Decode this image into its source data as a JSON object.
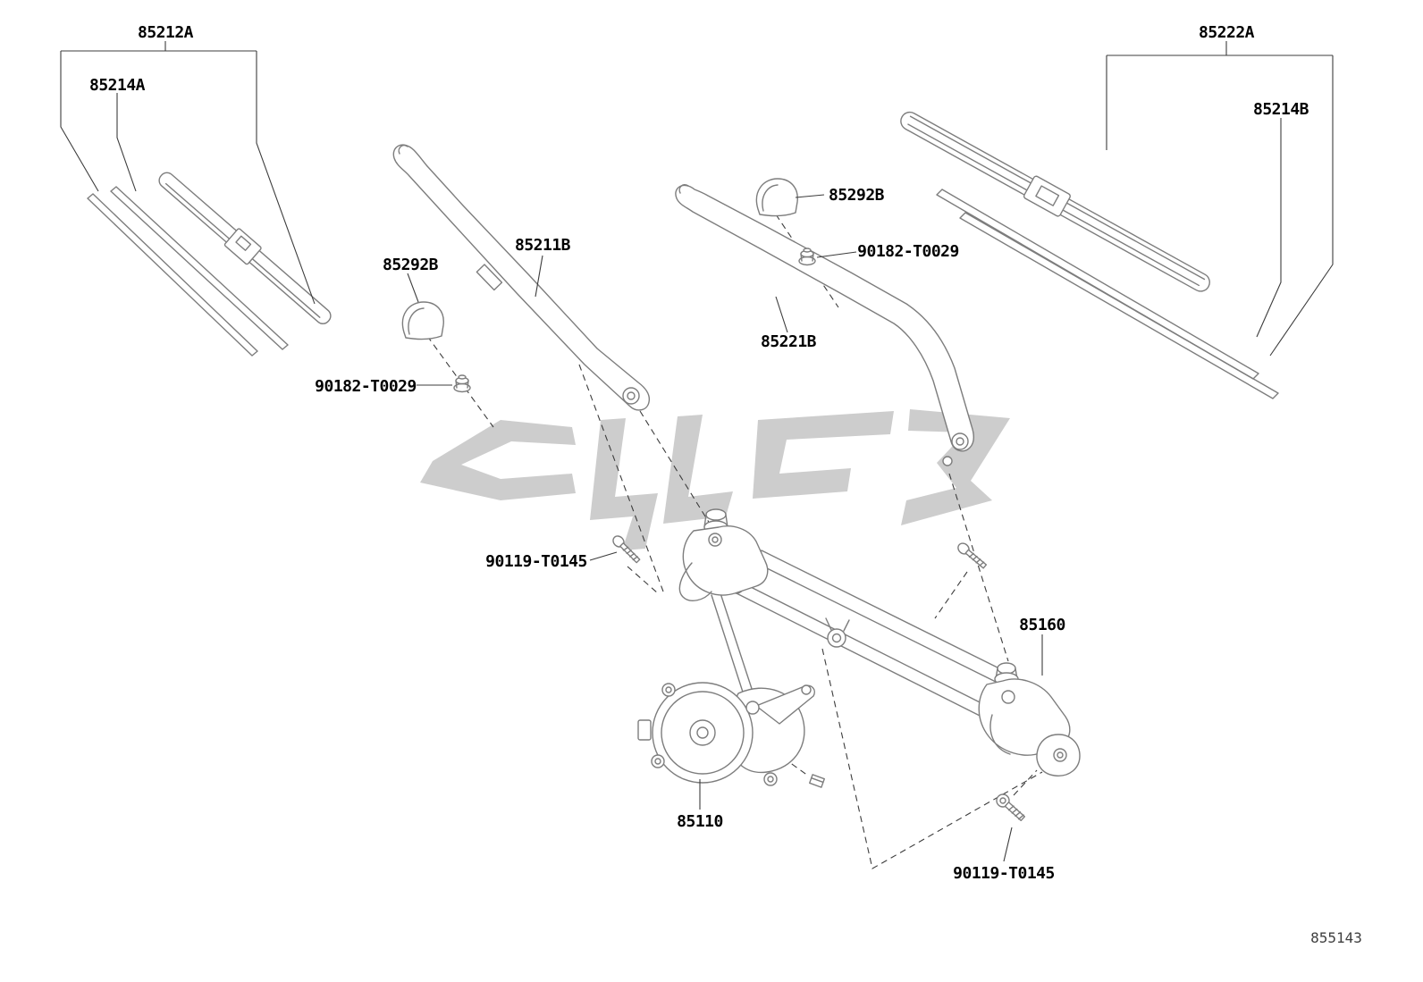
{
  "colors": {
    "background": "#ffffff",
    "artwork_line": "#7d7d7d",
    "leader_line": "#3c3c3c",
    "label_text": "#000000",
    "watermark": "#cdcdcd"
  },
  "diagram": {
    "drawing_number": "855143"
  },
  "labels": [
    {
      "text": "85212A"
    },
    {
      "text": "85214A"
    },
    {
      "text": "85222A"
    },
    {
      "text": "85214B"
    },
    {
      "text": "85292B"
    },
    {
      "text": "90182-T0029"
    },
    {
      "text": "85211B"
    },
    {
      "text": "85292B"
    },
    {
      "text": "85221B"
    },
    {
      "text": "90182-T0029"
    },
    {
      "text": "90119-T0145"
    },
    {
      "text": "85160"
    },
    {
      "text": "85110"
    },
    {
      "text": "90119-T0145"
    }
  ]
}
